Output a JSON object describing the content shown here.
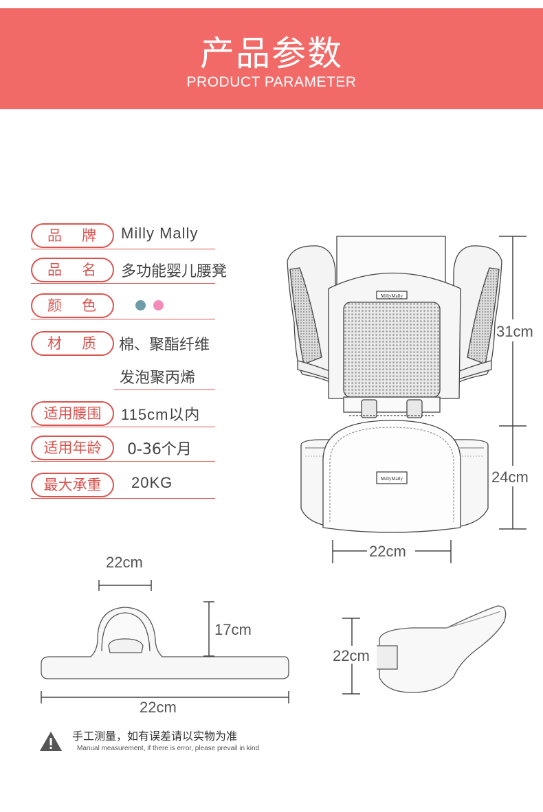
{
  "header": {
    "title_cn": "产品参数",
    "title_en": "PRODUCT PARAMETER",
    "bg_color": "#f16a68"
  },
  "specs": {
    "brand_label_1": "品",
    "brand_label_2": "牌",
    "brand_value": "Milly Mally",
    "name_label_1": "品",
    "name_label_2": "名",
    "name_value": "多功能婴儿腰凳",
    "color_label_1": "颜",
    "color_label_2": "色",
    "colors": [
      "#6e9ca8",
      "#f08ab8"
    ],
    "material_label_1": "材",
    "material_label_2": "质",
    "material_value_1": "棉、聚酯纤维",
    "material_value_2": "发泡聚丙烯",
    "waist_label": "适用腰围",
    "waist_value": "115cm以内",
    "age_label": "适用年龄",
    "age_value": "0-36个月",
    "load_label": "最大承重",
    "load_value": "20KG"
  },
  "product": {
    "brand_tag": "MillyMally",
    "height_upper": "31cm",
    "height_lower": "24cm",
    "width_bottom": "22cm"
  },
  "seat": {
    "top_width": "22cm",
    "front_height": "17cm",
    "bottom_width": "22cm",
    "side_height": "22cm"
  },
  "note": {
    "cn": "手工测量，如有误差请以实物为准",
    "en": "Manual measurement, if there is error, please prevail in kind"
  }
}
